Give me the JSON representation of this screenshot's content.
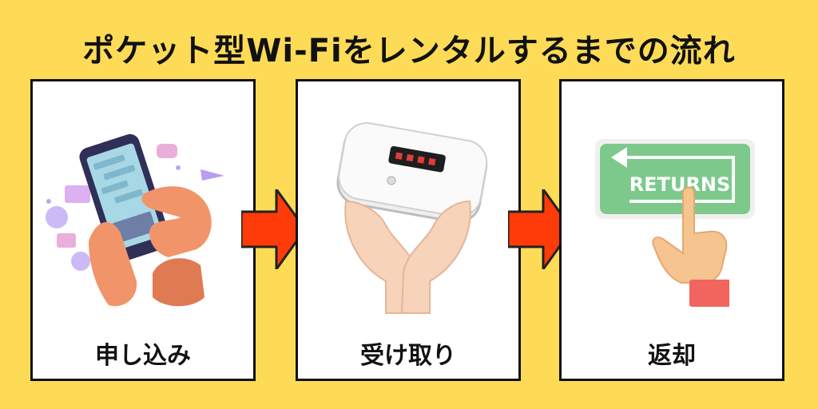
{
  "title": "ポケット型Wi-Fiをレンタルするまでの流れ",
  "steps": [
    {
      "label": "申し込み",
      "icon": "smartphone-hands-icon"
    },
    {
      "label": "受け取り",
      "icon": "pocket-wifi-router-icon"
    },
    {
      "label": "返却",
      "icon": "returns-sign-hand-icon"
    }
  ],
  "returns_sign_text": "RETURNS",
  "colors": {
    "background": "#FEDB56",
    "arrow": "#FF3B0A",
    "sign_green": "#7CC98B"
  }
}
